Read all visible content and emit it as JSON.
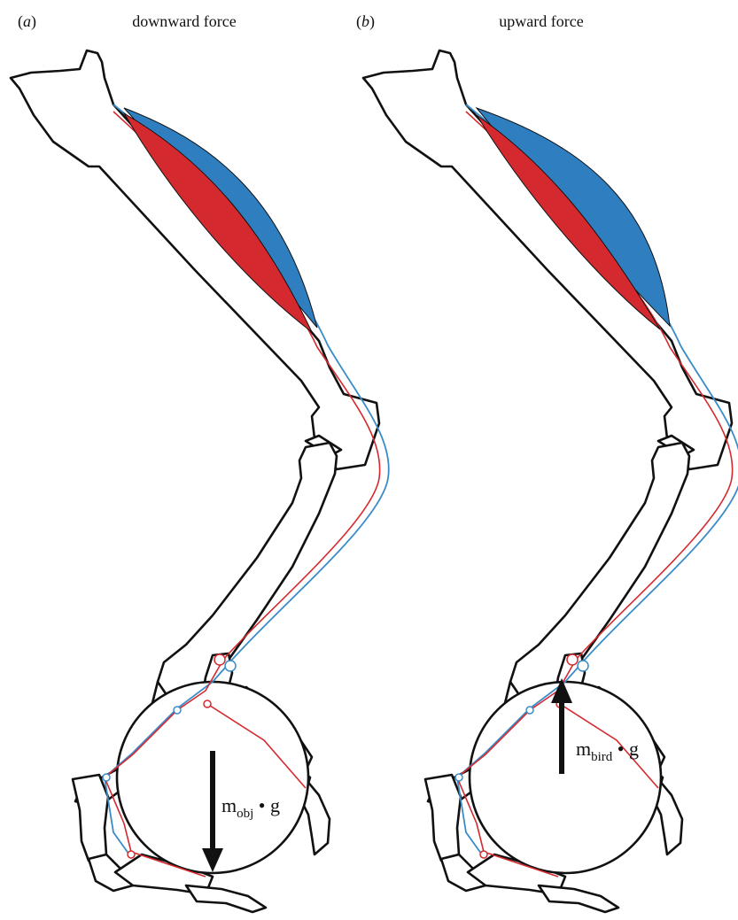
{
  "panels": [
    {
      "id": "a",
      "label": "(a)",
      "title": "downward force",
      "force_direction": "down",
      "force_symbol": "m",
      "force_subscript": "obj",
      "force_suffix": "g"
    },
    {
      "id": "b",
      "label": "(b)",
      "title": "upward force",
      "force_direction": "up",
      "force_symbol": "m",
      "force_subscript": "bird",
      "force_suffix": "g"
    }
  ],
  "colors": {
    "muscle_red": "#d42a2f",
    "muscle_blue": "#2f7fc0",
    "tendon_red": "#d42a2f",
    "tendon_blue": "#3a8cc8",
    "outline": "#111111"
  }
}
